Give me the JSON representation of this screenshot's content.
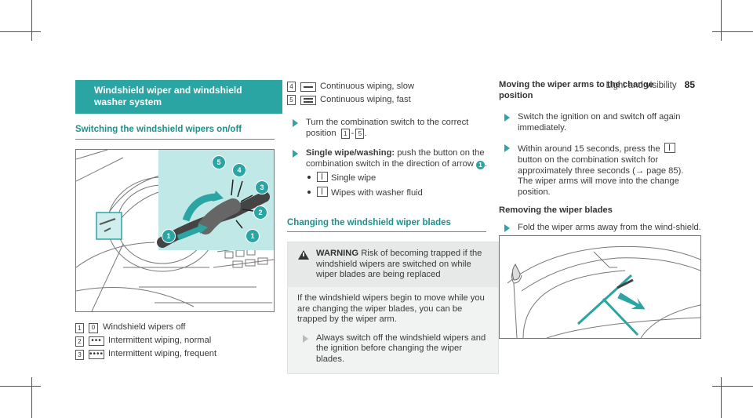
{
  "header": {
    "section": "Light and visibility",
    "page": "85"
  },
  "left": {
    "banner": "Windshield wiper and windshield washer system",
    "subheading": "Switching the windshield wipers on/off",
    "legend": [
      {
        "key": "1",
        "symbol": "0",
        "text": "Windshield wipers off"
      },
      {
        "key": "2",
        "symbol": "•••",
        "text": "Intermittent wiping, normal"
      },
      {
        "key": "3",
        "symbol": "••••",
        "text": "Intermittent wiping, frequent"
      }
    ],
    "callouts": [
      "1",
      "1",
      "2",
      "3",
      "4",
      "5"
    ]
  },
  "middle": {
    "legend": [
      {
        "key": "4",
        "text": "Continuous wiping, slow"
      },
      {
        "key": "5",
        "text": "Continuous wiping, fast"
      }
    ],
    "step1": {
      "pre": "Turn the combination switch to the correct position",
      "range_a": "1",
      "dash": "-",
      "range_b": "5",
      "end": "."
    },
    "step2": {
      "label": "Single wipe/washing:",
      "text": "push the button on the combination switch in the direction of arrow",
      "badge": "1",
      "end": "."
    },
    "bullets": [
      "Single wipe",
      "Wipes with washer fluid"
    ],
    "subheading": "Changing the windshield wiper blades",
    "warning": {
      "label": "WARNING",
      "head_text": "Risk of becoming trapped if the windshield wipers are switched on while wiper blades are being replaced",
      "body": "If the windshield wipers begin to move while you are changing the wiper blades, you can be trapped by the wiper arm.",
      "step": "Always switch off the windshield wipers and the ignition before changing the wiper blades."
    }
  },
  "right": {
    "heading": "Moving the wiper arms to the change position",
    "steps": [
      {
        "text": "Switch the ignition on and switch off again immediately."
      },
      {
        "pre": "Within around 15 seconds, press the",
        "post": "button on the combination switch for approximately three seconds (→ page 85).",
        "extra": "The wiper arms will move into the change position."
      }
    ],
    "heading2": "Removing the wiper blades",
    "step3": "Fold the wiper arms away from the wind-shield."
  },
  "colors": {
    "accent": "#2aa5a3",
    "text": "#3b3b3b"
  }
}
